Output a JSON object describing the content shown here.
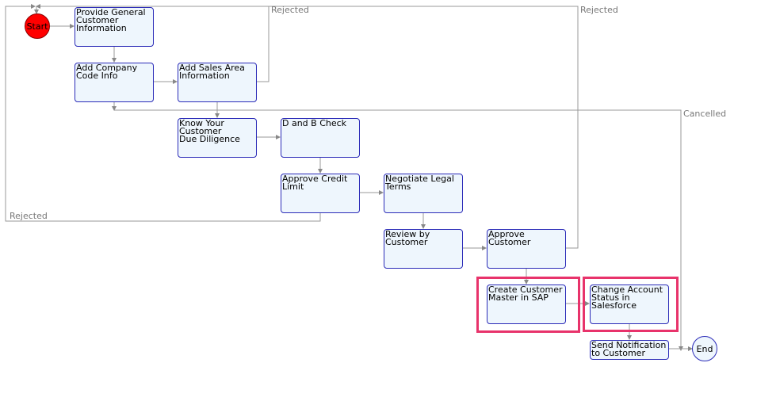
{
  "nodes": {
    "start": "Start",
    "provide_general": "Provide General\nCustomer Information",
    "add_company_code": "Add Company\nCode Info",
    "add_sales_area": "Add Sales Area\nInformation",
    "kyc": "Know Your Customer\nDue Diligence",
    "dnb_check": "D and B Check",
    "approve_credit": "Approve Credit\nLimit",
    "negotiate_legal": "Negotiate Legal\nTerms",
    "review_customer": "Review by Customer",
    "approve_customer": "Approve Customer",
    "create_master": "Create Customer\nMaster in SAP",
    "change_status": "Change Account\nStatus in Salesforce",
    "send_notification": "Send Notification\nto Customer",
    "end": "End"
  },
  "edge_labels": {
    "rejected_top_1": "Rejected",
    "rejected_top_2": "Rejected",
    "cancelled": "Cancelled",
    "rejected_left": "Rejected"
  },
  "colors": {
    "node_fill": "#eef6fd",
    "node_border": "#2b2bb8",
    "start_fill": "#ff0000",
    "highlight": "#e8336b",
    "edge": "#888888"
  }
}
